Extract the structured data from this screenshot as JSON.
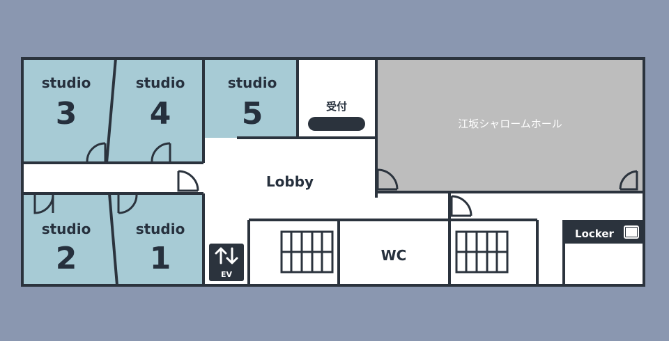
{
  "floorplan": {
    "rooms": {
      "studio3": {
        "label": "studio",
        "number": "3"
      },
      "studio4": {
        "label": "studio",
        "number": "4"
      },
      "studio5": {
        "label": "studio",
        "number": "5"
      },
      "studio2": {
        "label": "studio",
        "number": "2"
      },
      "studio1": {
        "label": "studio",
        "number": "1"
      },
      "reception": {
        "label": "受付"
      },
      "hall": {
        "label": "江坂シャロームホール"
      },
      "lobby": {
        "label": "Lobby"
      },
      "wc": {
        "label": "WC"
      },
      "locker": {
        "label": "Locker"
      },
      "elevator": {
        "label": "EV"
      }
    },
    "colors": {
      "background": "#8a97b0",
      "studio": "#a7cbd5",
      "hall": "#bdbdbd",
      "wall": "#2b333d",
      "floor": "#ffffff",
      "badge": "#2b333d"
    },
    "icons": {
      "elevator": "elevator-arrows-icon",
      "locker": "locker-icon",
      "toilet_stalls": "toilet-stall-icon",
      "reception_counter": "counter-icon"
    }
  }
}
